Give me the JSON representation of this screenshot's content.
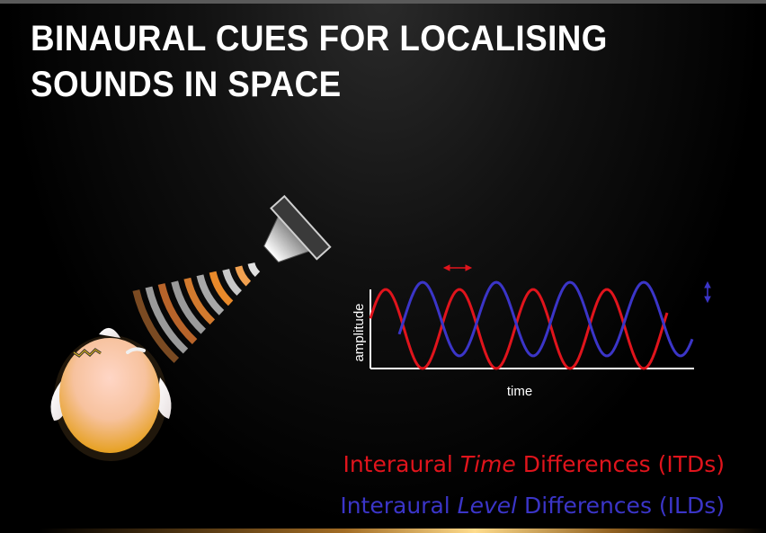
{
  "slide": {
    "title_line1": "BINAURAL CUES FOR LOCALISING",
    "title_line2": "SOUNDS IN SPACE"
  },
  "plot": {
    "xlabel": "time",
    "ylabel": "amplitude"
  },
  "legend": {
    "itd_prefix": "Interaural ",
    "itd_em": "Time",
    "itd_suffix": " Differences (ITDs)",
    "ild_prefix": "Interaural ",
    "ild_em": "Level",
    "ild_suffix": " Differences (ILDs)"
  },
  "colors": {
    "itd": "#e0141c",
    "ild": "#3b35c8",
    "speaker_wave": "#e8892a"
  }
}
